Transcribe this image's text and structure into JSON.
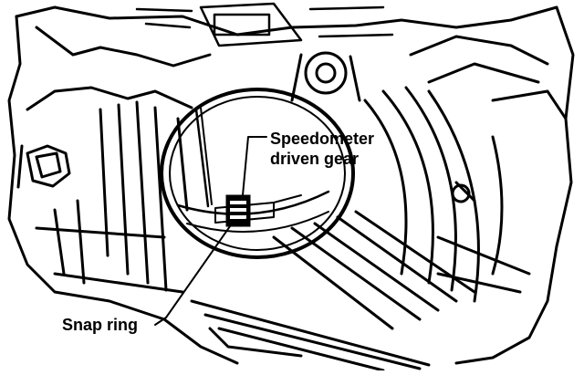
{
  "labels": {
    "speedometer_line1": "Speedometer",
    "speedometer_line2": "driven gear",
    "snap_ring": "Snap ring"
  },
  "colors": {
    "ink": "#000000",
    "paper": "#ffffff"
  }
}
